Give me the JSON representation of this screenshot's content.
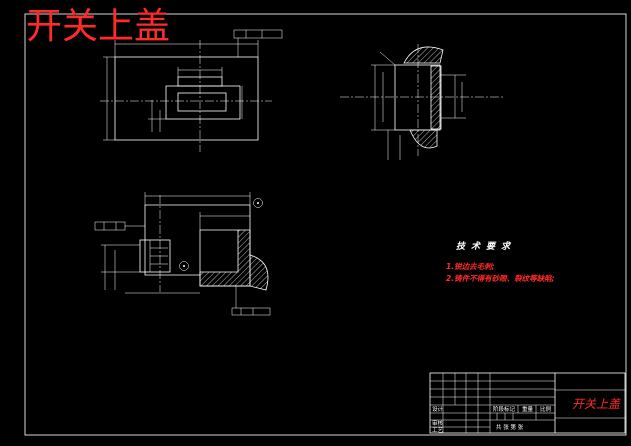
{
  "drawing": {
    "title_overlay": "开关上盖",
    "tech_requirements": {
      "heading": "技术要求",
      "items": [
        "1.锐边去毛刺;",
        "2.铸件不得有砂眼、裂纹等缺陷;"
      ]
    },
    "title_block": {
      "part_name": "开关上盖",
      "labels": {
        "design": "设计",
        "review": "审核",
        "process": "工艺",
        "stage": "阶段标记",
        "weight": "重量",
        "scale": "比例",
        "sheets": "共 张 第 张"
      }
    }
  },
  "colors": {
    "background": "#000000",
    "line": "#ffffff",
    "accent": "#ff2a2a",
    "frame": "#d6d6d6"
  }
}
